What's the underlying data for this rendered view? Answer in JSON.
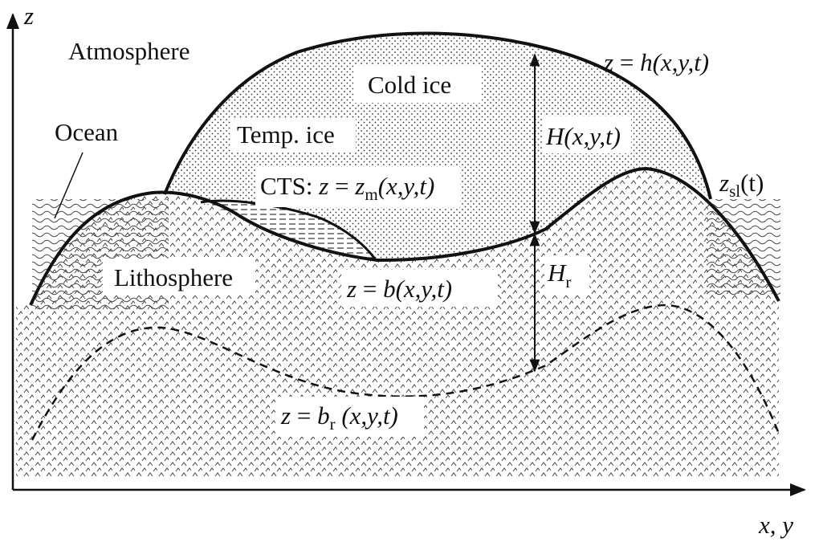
{
  "axes": {
    "z_label": "z",
    "xy_label": "x, y"
  },
  "regions": {
    "atmosphere": "Atmosphere",
    "ocean": "Ocean",
    "cold_ice": "Cold ice",
    "temp_ice": "Temp. ice",
    "lithosphere": "Lithosphere"
  },
  "equations": {
    "surface": {
      "z": "z",
      "eq": " = ",
      "h": "h",
      "args": "(x,y,t)"
    },
    "thickness": {
      "H": "H",
      "args": "(x,y,t)"
    },
    "cts": {
      "prefix": "CTS: ",
      "z": "z",
      "eq": " = ",
      "zm": "z",
      "sub": "m",
      "args": "(x,y,t)"
    },
    "sea_level": {
      "z": "z",
      "sub": "sl",
      "args": "(t)"
    },
    "bed": {
      "z": "z",
      "eq": " = ",
      "b": "b",
      "args": "(x,y,t)"
    },
    "rebound": {
      "H": "H",
      "sub": "r"
    },
    "relaxed_bed": {
      "z": "z",
      "eq": " = ",
      "b": "b",
      "sub": "r",
      "args": " (x,y,t)"
    }
  },
  "colors": {
    "line": "#111111",
    "background": "#ffffff"
  }
}
